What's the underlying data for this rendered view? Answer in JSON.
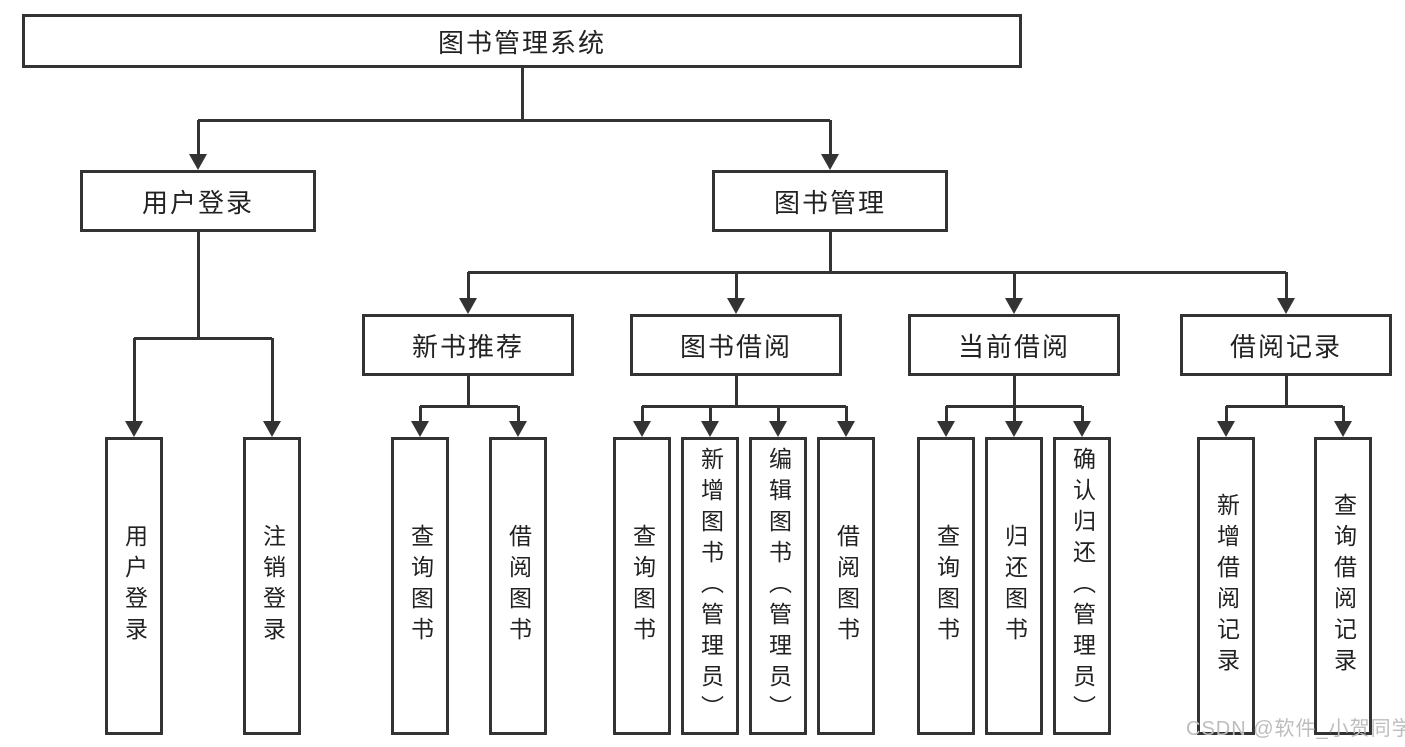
{
  "diagram": {
    "title": {
      "label": "图书管理系统"
    },
    "level2": [
      {
        "label": "用户登录"
      },
      {
        "label": "图书管理"
      }
    ],
    "level3": [
      {
        "label": "新书推荐",
        "parent": "图书管理"
      },
      {
        "label": "图书借阅",
        "parent": "图书管理"
      },
      {
        "label": "当前借阅",
        "parent": "图书管理"
      },
      {
        "label": "借阅记录",
        "parent": "图书管理"
      }
    ],
    "leaves": [
      {
        "label": "用户登录",
        "parent": "用户登录"
      },
      {
        "label": "注销登录",
        "parent": "用户登录"
      },
      {
        "label": "查询图书",
        "parent": "新书推荐"
      },
      {
        "label": "借阅图书",
        "parent": "新书推荐"
      },
      {
        "label": "查询图书",
        "parent": "图书借阅"
      },
      {
        "label": "新增图书（管理员）",
        "parent": "图书借阅"
      },
      {
        "label": "编辑图书（管理员）",
        "parent": "图书借阅"
      },
      {
        "label": "借阅图书",
        "parent": "图书借阅"
      },
      {
        "label": "查询图书",
        "parent": "当前借阅"
      },
      {
        "label": "归还图书",
        "parent": "当前借阅"
      },
      {
        "label": "确认归还（管理员）",
        "parent": "当前借阅"
      },
      {
        "label": "新增借阅记录",
        "parent": "借阅记录"
      },
      {
        "label": "查询借阅记录",
        "parent": "借阅记录"
      }
    ]
  },
  "watermark": "CSDN @软件_小贺同学",
  "colors": {
    "line": "#333333",
    "text": "#222222",
    "watermark": "#bdbdbd",
    "background": "#ffffff"
  }
}
